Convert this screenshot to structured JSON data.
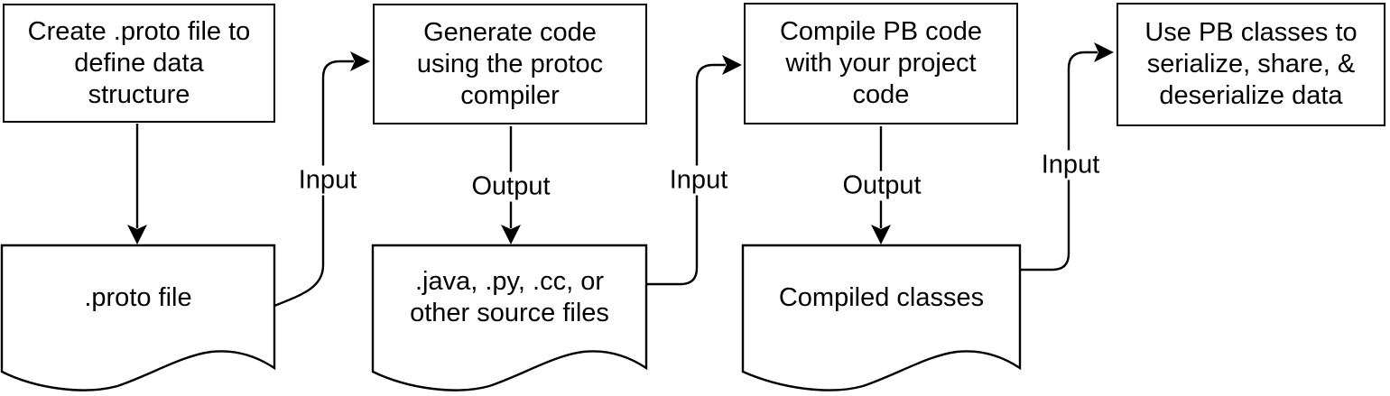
{
  "flowchart": {
    "title_implicit": "Protocol Buffers workflow",
    "colors": {
      "stroke": "#000000",
      "shape_fill": "#ffffff",
      "text": "#000000",
      "background": "#ffffff"
    },
    "process_boxes": [
      {
        "label": "Create .proto file to\ndefine data\nstructure"
      },
      {
        "label": "Generate code\nusing the protoc\ncompiler"
      },
      {
        "label": "Compile PB code\nwith your project\ncode"
      },
      {
        "label": "Use PB classes to\nserialize, share, &\ndeserialize data"
      }
    ],
    "documents": [
      {
        "label": ".proto file"
      },
      {
        "label": ".java, .py, .cc, or\nother source files"
      },
      {
        "label": "Compiled classes"
      }
    ],
    "edge_labels": [
      {
        "label": "Input"
      },
      {
        "label": "Output"
      },
      {
        "label": "Input"
      },
      {
        "label": "Output"
      },
      {
        "label": "Input"
      }
    ]
  }
}
